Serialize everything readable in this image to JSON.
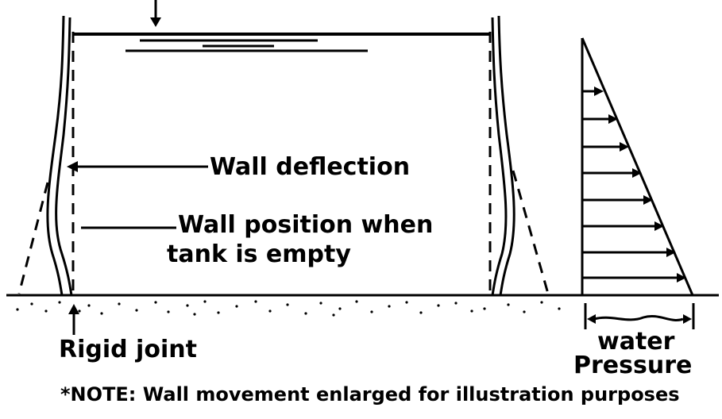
{
  "labels": {
    "wall_deflection": "Wall deflection",
    "wall_position_line1": "Wall position when",
    "wall_position_line2": "tank is empty",
    "rigid_joint": "Rigid joint",
    "water_line1": "water",
    "water_line2": "Pressure",
    "note": "*NOTE: Wall movement enlarged for illustration purposes"
  },
  "colors": {
    "ink": "#000000",
    "background": "#ffffff"
  }
}
